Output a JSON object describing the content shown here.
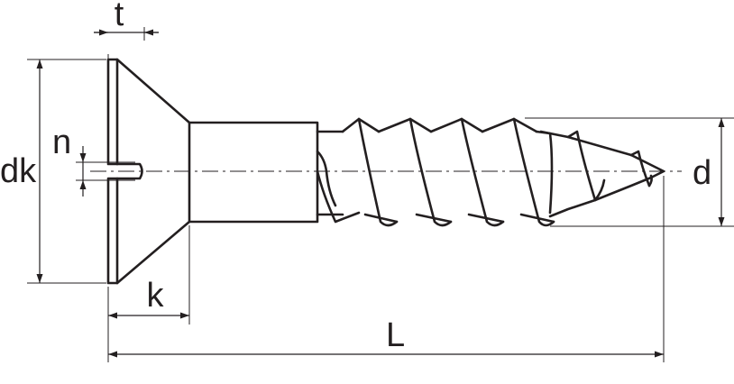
{
  "diagram": {
    "labels": {
      "t": "t",
      "dk": "dk",
      "n": "n",
      "k": "k",
      "L": "L",
      "d": "d"
    },
    "colors": {
      "stroke": "#231f20",
      "background": "#ffffff"
    }
  }
}
